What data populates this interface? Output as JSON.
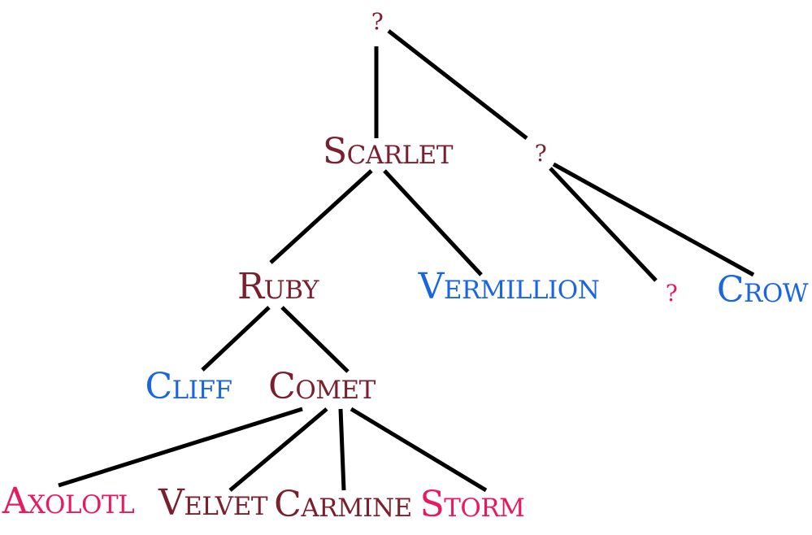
{
  "colors": {
    "maroon": "#7a1f2e",
    "blue": "#1a66e0",
    "pink": "#e8195e",
    "edge": "#000000"
  },
  "nodes": {
    "root": "?",
    "scarlet": "Scarlet",
    "upper_right": "?",
    "ruby": "Ruby",
    "vermillion": "Vermillion",
    "right_unknown": "?",
    "crow": "Crow",
    "cliff": "Cliff",
    "comet": "Comet",
    "axolotl": "Axolotl",
    "velvet": "Velvet",
    "carmine": "Carmine",
    "storm": "Storm"
  }
}
